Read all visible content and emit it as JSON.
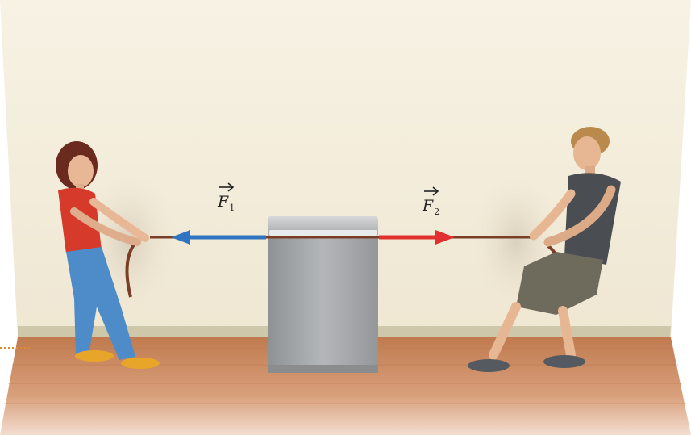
{
  "labels": {
    "force_left_symbol": "F",
    "force_left_subscript": "1",
    "force_right_symbol": "F",
    "force_right_subscript": "2"
  },
  "colors": {
    "wall": "#f3eddb",
    "floor": "#c98a62",
    "arrow_left": "#2f74c0",
    "arrow_right": "#e2302f",
    "rope": "#7a3e26",
    "box": "#a8abad"
  }
}
